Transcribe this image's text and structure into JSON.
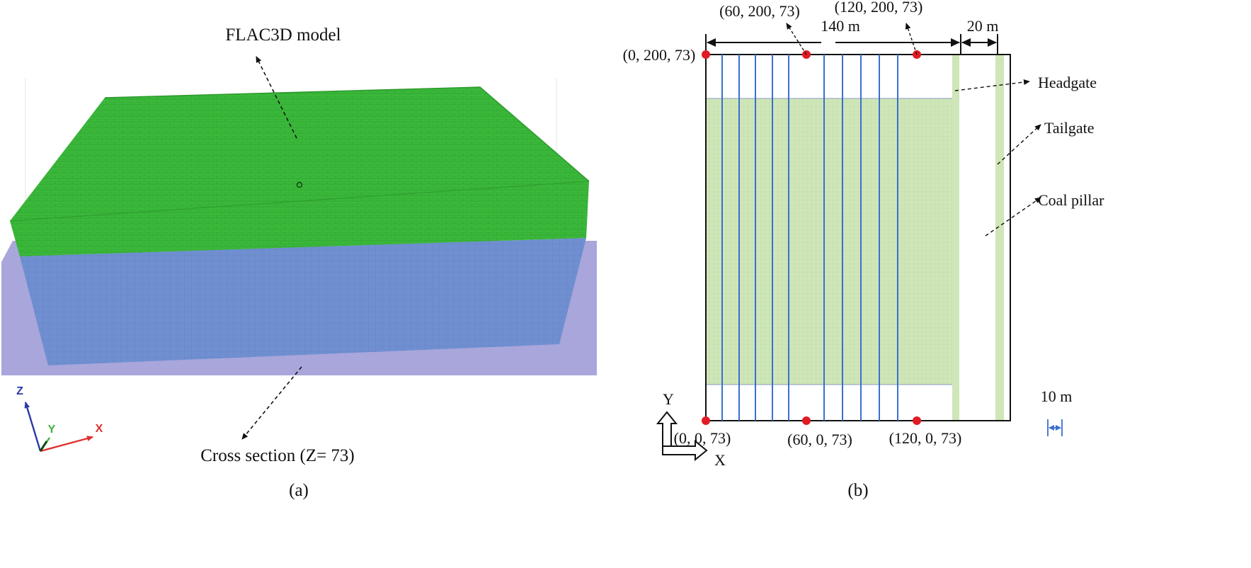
{
  "panel_a": {
    "title": "FLAC3D model",
    "cross_section": "Cross section (Z= 73)",
    "caption": "(a)",
    "axes": {
      "z": "Z",
      "y": "Y",
      "x": "X"
    },
    "colors": {
      "top_block": "#3bb83b",
      "bottom_block": "#6f8fd0",
      "plane": "#a9a6dc",
      "x_axis": "#e03030",
      "y_axis": "#40b040",
      "z_axis": "#2a3aa8"
    }
  },
  "panel_b": {
    "caption": "(b)",
    "dim_width": "140 m",
    "dim_pillar": "20 m",
    "scale_label": "10 m",
    "labels": {
      "headgate": "Headgate",
      "tailgate": "Tailgate",
      "coal_pillar": "Coal pillar"
    },
    "points": {
      "top_left": "(0, 200, 73)",
      "top_mid": "(60, 200, 73)",
      "top_right": "(120, 200, 73)",
      "bot_left": "(0, 0, 73)",
      "bot_mid": "(60, 0, 73)",
      "bot_right": "(120, 0, 73)"
    },
    "axes": {
      "y": "Y",
      "x": "X"
    },
    "colors": {
      "fill": "#cfe6b8",
      "line": "#3a6fd0",
      "point": "#e01b24"
    }
  }
}
